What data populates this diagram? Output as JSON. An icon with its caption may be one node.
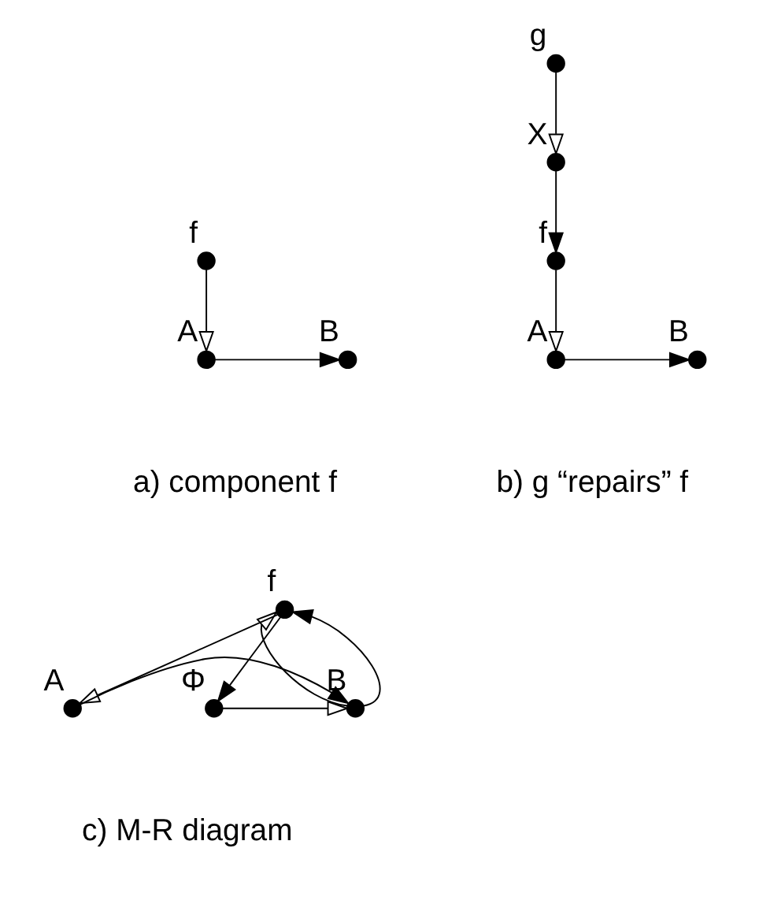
{
  "diagram": {
    "nodes": [
      {
        "text": [],
        "shape": "circle",
        "beside": [
          "f"
        ]
      },
      {
        "text": [],
        "shape": "circle",
        "beside": [
          "A"
        ]
      },
      {
        "text": [],
        "shape": "circle",
        "beside": [
          "B"
        ]
      },
      {
        "text": [],
        "shape": "circle",
        "beside": [
          "g"
        ]
      },
      {
        "text": [],
        "shape": "circle",
        "beside": [
          "X"
        ]
      },
      {
        "text": [],
        "shape": "circle",
        "beside": [
          "f"
        ]
      },
      {
        "text": [],
        "shape": "circle",
        "beside": [
          "A"
        ]
      },
      {
        "text": [],
        "shape": "circle",
        "beside": [
          "B"
        ]
      },
      {
        "text": [],
        "shape": "circle",
        "beside": [
          "f"
        ]
      },
      {
        "text": [],
        "shape": "circle",
        "beside": [
          "A"
        ]
      },
      {
        "text": [],
        "shape": "circle",
        "beside": [
          "B"
        ]
      },
      {
        "text": [],
        "shape": "circle",
        "beside": [
          "Φ"
        ]
      }
    ],
    "edges": [
      {
        "from": 0,
        "to": 1,
        "arrow": "to"
      },
      {
        "from": 1,
        "to": 2,
        "arrow": "to"
      },
      {
        "from": 3,
        "to": 4,
        "arrow": "to"
      },
      {
        "from": 4,
        "to": 5,
        "arrow": "to"
      },
      {
        "from": 5,
        "to": 6,
        "arrow": "to"
      },
      {
        "from": 6,
        "to": 7,
        "arrow": "to"
      },
      {
        "from": 8,
        "to": 9,
        "arrow": "to"
      },
      {
        "from": 9,
        "to": 10,
        "arrow": "to"
      },
      {
        "from": 10,
        "to": 8,
        "arrow": "to"
      },
      {
        "from": 10,
        "to": 8,
        "arrow": "to"
      },
      {
        "from": 8,
        "to": 11,
        "arrow": "to"
      },
      {
        "from": 11,
        "to": 10,
        "arrow": "to"
      }
    ],
    "labels": [
      "a) component f",
      "b) g “repairs” f",
      "c) M-R diagram"
    ]
  }
}
